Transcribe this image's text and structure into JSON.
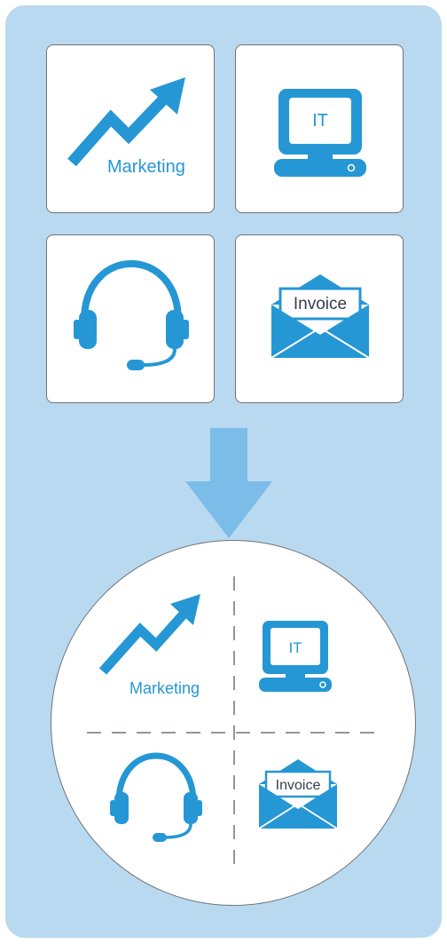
{
  "colors": {
    "background_panel": "#b9d9f1",
    "icon_blue": "#2597d5",
    "arrow_blue": "#7bbce8",
    "border_gray": "#6f7377",
    "invoice_text": "#333f4b"
  },
  "tiles": {
    "marketing": {
      "icon": "trend-arrow-icon",
      "label": "Marketing"
    },
    "it": {
      "icon": "computer-monitor-icon",
      "label": "IT"
    },
    "support": {
      "icon": "headset-icon"
    },
    "invoice": {
      "icon": "envelope-invoice-icon",
      "label": "Invoice"
    }
  },
  "flow_arrow": {
    "icon": "down-arrow-icon"
  },
  "combined": {
    "marketing": {
      "icon": "trend-arrow-icon",
      "label": "Marketing"
    },
    "it": {
      "icon": "computer-monitor-icon",
      "label": "IT"
    },
    "support": {
      "icon": "headset-icon"
    },
    "invoice": {
      "icon": "envelope-invoice-icon",
      "label": "Invoice"
    }
  }
}
